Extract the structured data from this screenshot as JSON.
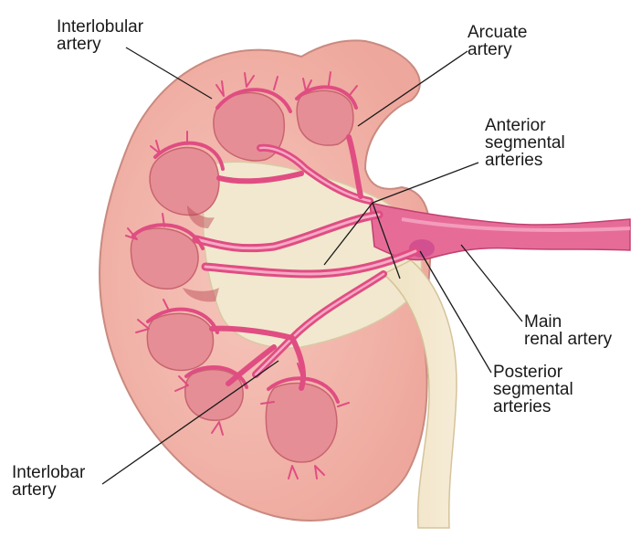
{
  "labels": {
    "interlobular": "Interlobular\nartery",
    "arcuate": "Arcuate\nartery",
    "anterior": "Anterior\nsegmental\narteries",
    "main_renal": "Main\nrenal artery",
    "posterior": "Posterior\nsegmental\narteries",
    "interlobar": "Interlobar\nartery"
  },
  "colors": {
    "cortex": "#f2b7ac",
    "cortex_edge": "#c97f78",
    "pyramid": "#e58e96",
    "sinus": "#f2e8cf",
    "artery": "#e04d82",
    "artery_light": "#f290b3",
    "leader": "#1a1a1a"
  }
}
